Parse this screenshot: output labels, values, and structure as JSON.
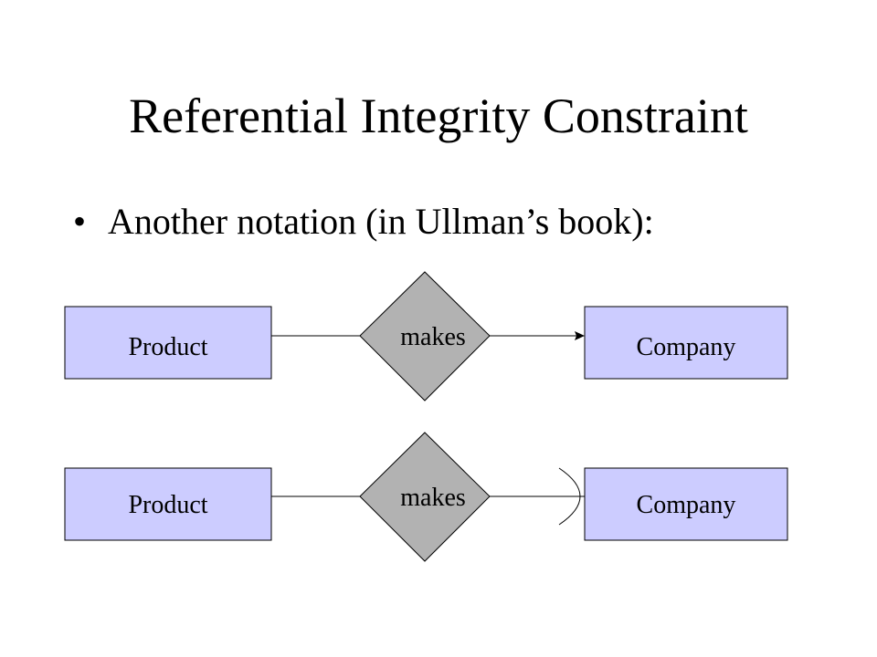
{
  "slide": {
    "title": "Referential Integrity Constraint",
    "bullet_marker": "•",
    "bullet": "Another notation (in Ullman’s book):"
  },
  "diagram_top": {
    "left_entity": "Product",
    "relationship": "makes",
    "right_entity": "Company",
    "right_end": "arrow"
  },
  "diagram_bottom": {
    "left_entity": "Product",
    "relationship": "makes",
    "right_entity": "Company",
    "right_end": "round-arc"
  },
  "colors": {
    "entity_fill": "#ccccff",
    "relationship_fill": "#b2b2b2",
    "line": "#000000"
  }
}
